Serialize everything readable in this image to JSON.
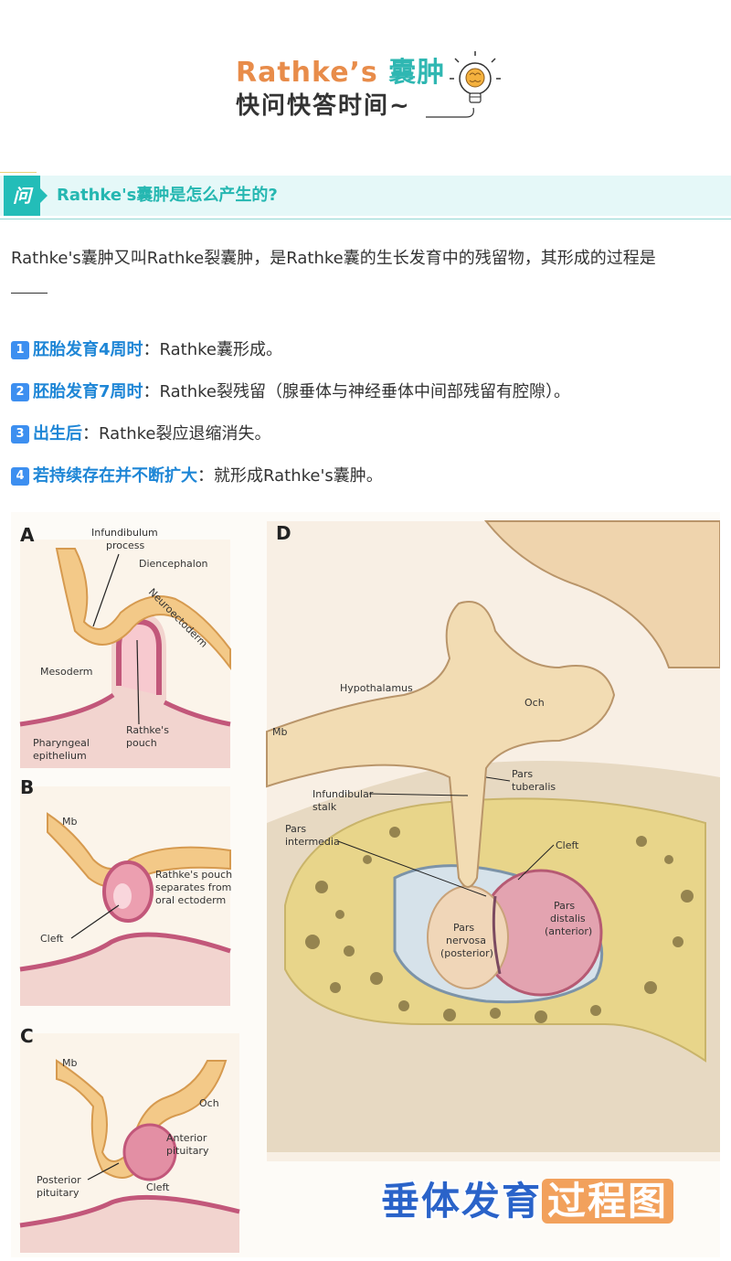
{
  "header": {
    "title_en": "Rathke’s",
    "title_cn": "囊肿",
    "subtitle": "快问快答时间~"
  },
  "question": {
    "tag": "问",
    "text": "Rathke's囊肿是怎么产生的?"
  },
  "intro": "Rathke's囊肿又叫Rathke裂囊肿，是Rathke囊的生长发育中的残留物，其形成的过程是",
  "steps": [
    {
      "num": "1",
      "key": "胚胎发育4周时",
      "sep": "：",
      "text": "Rathke囊形成。"
    },
    {
      "num": "2",
      "key": "胚胎发育7周时",
      "sep": "：",
      "text": "Rathke裂残留（腺垂体与神经垂体中间部残留有腔隙）。"
    },
    {
      "num": "3",
      "key": "出生后",
      "sep": "：",
      "text": "Rathke裂应退缩消失。"
    },
    {
      "num": "4",
      "key": "若持续存在并不断扩大",
      "sep": "：",
      "text": "就形成Rathke's囊肿。"
    }
  ],
  "figure": {
    "panels": [
      "A",
      "B",
      "C",
      "D"
    ],
    "labels_a": [
      "Infundibulum",
      "process",
      "Diencephalon",
      "Neuroectoderm",
      "Mesoderm",
      "Pharyngeal",
      "epithelium",
      "Rathke's",
      "pouch"
    ],
    "labels_b": [
      "Mb",
      "Rathke's pouch",
      "separates from",
      "oral ectoderm",
      "Cleft"
    ],
    "labels_c": [
      "Mb",
      "Och",
      "Anterior",
      "pituitary",
      "Posterior",
      "pituitary",
      "Cleft"
    ],
    "labels_d": [
      "Hypothalamus",
      "Och",
      "Mb",
      "Pars",
      "tuberalis",
      "Infundibular",
      "stalk",
      "Pars",
      "intermedia",
      "Cleft",
      "Pars",
      "distalis",
      "(anterior)",
      "Pars",
      "nervosa",
      "(posterior)"
    ],
    "caption_blue": "垂体发育",
    "caption_orange": "过程图"
  },
  "colors": {
    "accent_teal": "#23bdb8",
    "accent_orange": "#e88c4a",
    "step_blue": "#1e86d6"
  }
}
